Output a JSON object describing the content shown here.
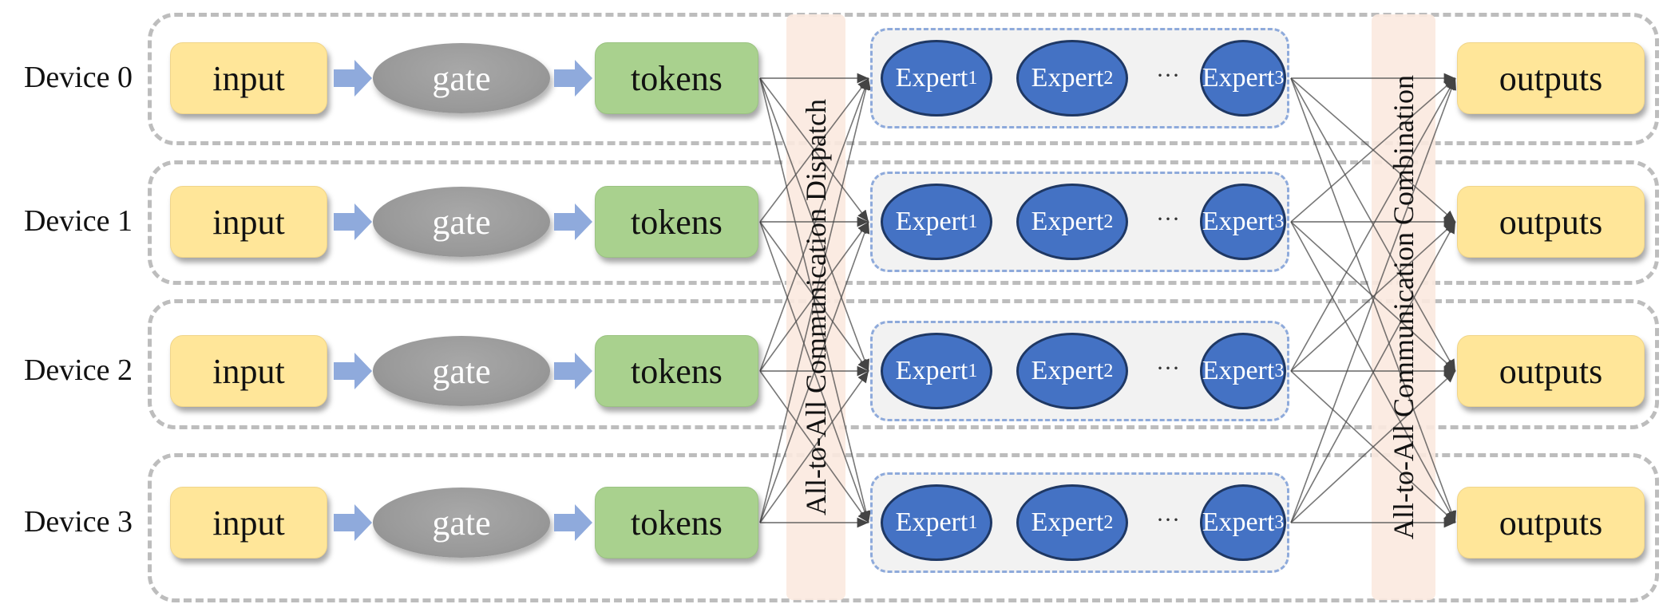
{
  "diagram": {
    "devices": [
      {
        "label": "Device 0",
        "input": "input",
        "gate": "gate",
        "tokens": "tokens",
        "output": "outputs"
      },
      {
        "label": "Device 1",
        "input": "input",
        "gate": "gate",
        "tokens": "tokens",
        "output": "outputs"
      },
      {
        "label": "Device 2",
        "input": "input",
        "gate": "gate",
        "tokens": "tokens",
        "output": "outputs"
      },
      {
        "label": "Device 3",
        "input": "input",
        "gate": "gate",
        "tokens": "tokens",
        "output": "outputs"
      }
    ],
    "experts": [
      {
        "name": "Expert",
        "sub": "1"
      },
      {
        "name": "Expert",
        "sub": "2"
      },
      {
        "name": "Expert",
        "sub": "3"
      }
    ],
    "expert_ellipsis": "···",
    "dispatch_label": "All-to-All Communication Dispatch",
    "combination_label": "All-to-All Communication Combination",
    "colors": {
      "input": "#ffe699",
      "tokens": "#a9d18e",
      "gate": "#9a9a9a",
      "expert": "#4472c4",
      "flow_arrow": "#8faadc",
      "band": "#fbe9df"
    }
  }
}
